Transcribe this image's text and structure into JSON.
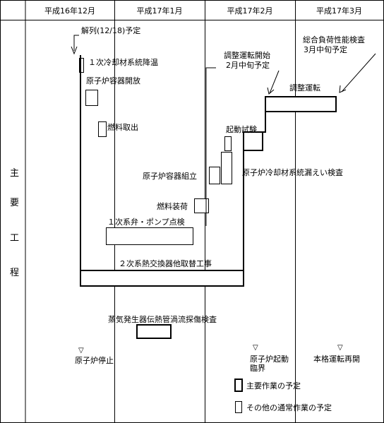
{
  "header": {
    "months": [
      "平成16年12月",
      "平成17年1月",
      "平成17年2月",
      "平成17年3月"
    ]
  },
  "side_label": {
    "chars": [
      "主",
      "要",
      "工",
      "程"
    ]
  },
  "callouts": {
    "parallel_off": "解列(12/18)予定",
    "adjust_start_line1": "調整運転開始",
    "adjust_start_line2": "2月中旬予定",
    "full_load_line1": "総合負荷性能検査",
    "full_load_line2": "3月中旬予定"
  },
  "tasks": {
    "primary_cooling_cooldown": "１次冷却材系統降温",
    "vessel_open": "原子炉容器開放",
    "fuel_removal": "燃料取出",
    "adjust_operation": "調整運転",
    "startup_test": "起動試験",
    "vessel_assembly": "原子炉容器組立",
    "primary_leak_test": "原子炉冷却材系統漏えい検査",
    "fuel_loading": "燃料装荷",
    "pump_valve_inspection": "１次系弁・ポンプ点検",
    "secondary_hx_replace": "２次系熱交換器他取替工事",
    "sg_eddy_current": "蒸気発生器伝熱管渦流探傷検査"
  },
  "milestones": {
    "reactor_shutdown": "原子炉停止",
    "reactor_startup_line1": "原子炉起動",
    "reactor_startup_line2": "臨界",
    "full_operation_restart": "本格運転再開",
    "marker_symbol": "▽"
  },
  "legend": {
    "main_work": "主要作業の予定",
    "other_work": "その他の通常作業の予定"
  }
}
